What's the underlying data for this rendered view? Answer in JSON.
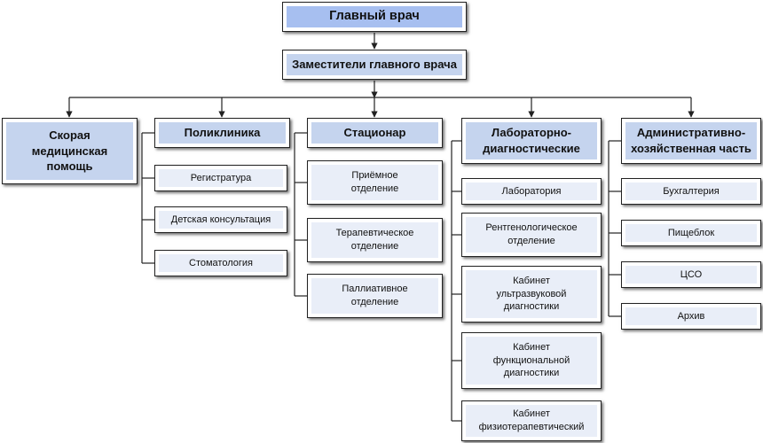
{
  "colors": {
    "header_fill": "#c5d4ee",
    "top_fill": "#a7bff0",
    "sub_fill": "#e9eef8",
    "line": "#222222"
  },
  "chief": "Главный врач",
  "deputies": "Заместители главного врача",
  "departments": [
    {
      "title": "Скорая медицинская помощь",
      "children": []
    },
    {
      "title": "Поликлиника",
      "children": [
        "Регистратура",
        "Детская консультация",
        "Стоматология"
      ]
    },
    {
      "title": "Стационар",
      "children": [
        "Приёмное отделение",
        "Терапевтическое отделение",
        "Паллиативное отделение"
      ]
    },
    {
      "title": "Лабораторно-диагностические",
      "children": [
        "Лаборатория",
        "Рентгенологическое отделение",
        "Кабинет ультразвуковой диагностики",
        "Кабинет функциональной диагностики",
        "Кабинет физиотерапевтический"
      ]
    },
    {
      "title": "Административно-хозяйственная часть",
      "children": [
        "Бухгалтерия",
        "Пищеблок",
        "ЦСО",
        "Архив"
      ]
    }
  ]
}
